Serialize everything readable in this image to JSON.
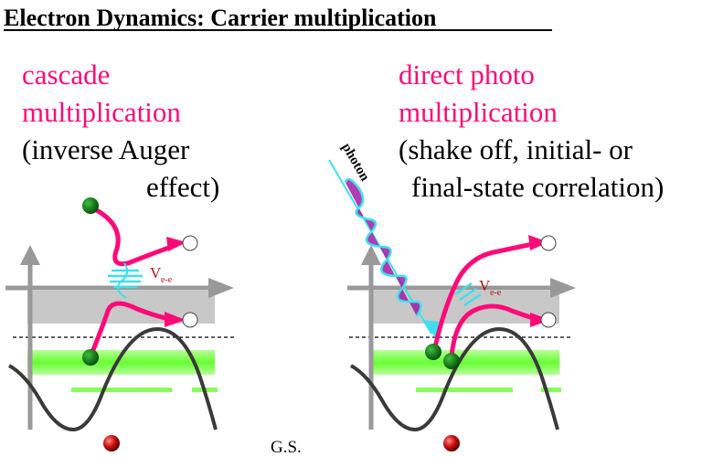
{
  "title": "Electron Dynamics: Carrier multiplication",
  "left_panel": {
    "heading_line1": "cascade",
    "heading_line2": "multiplication",
    "desc_line1": "(inverse Auger",
    "desc_line2": "effect)",
    "interaction_label": "V",
    "interaction_sub": "e-e"
  },
  "right_panel": {
    "heading_line1": "direct photo",
    "heading_line2": "multiplication",
    "desc_line1": "(shake off, initial- or",
    "desc_line2": "final-state correlation)",
    "photon_label": "photon",
    "interaction_label": "V",
    "interaction_sub": "e-e"
  },
  "ground_state_label": "G.S.",
  "colors": {
    "magenta": "#ff0a78",
    "purple": "#8c0a8c",
    "cyan": "#3de0f0",
    "dark_red": "#b01616",
    "green_band": "#99ff66",
    "gray_band": "#c8c8c8",
    "electron_green": "#0a6b0a"
  }
}
